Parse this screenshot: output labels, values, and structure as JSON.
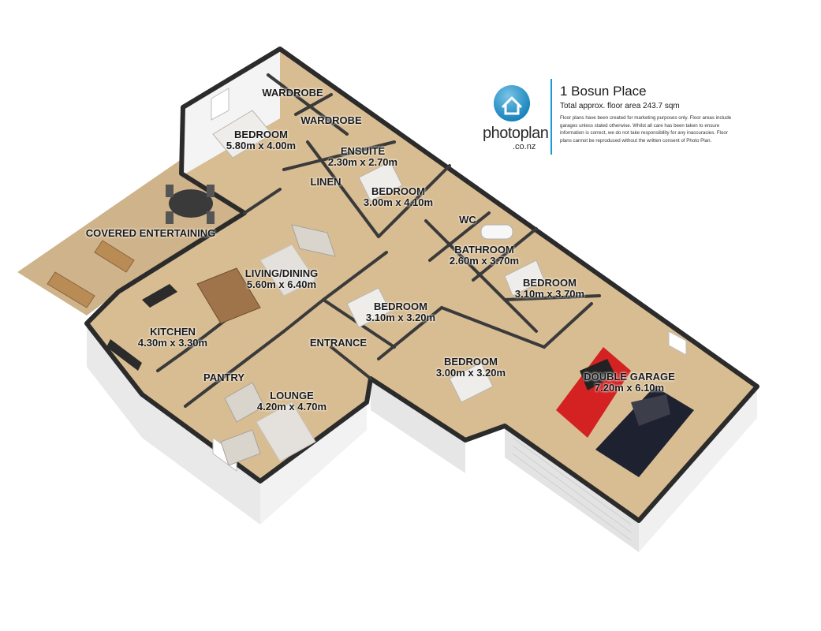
{
  "listing": {
    "title": "1 Bosun Place",
    "total_area": "Total approx. floor area 243.7 sqm",
    "disclaimer": "Floor plans have been created for marketing purposes only. Floor areas include garages unless stated otherwise. Whilst all care has been taken to ensure information is correct, we do not take responsibility for any inaccuracies. Floor plans cannot be reproduced without the written consent of Photo Plan."
  },
  "brand": {
    "name_left": "photo",
    "name_right": "plan",
    "domain": ".co.nz",
    "accent": "#1c9ad6"
  },
  "colors": {
    "floor": "#d8bd93",
    "deck": "#cfb38a",
    "wall_top": "#2b2b2b",
    "wall_face": "#ececec",
    "car_red": "#d42121",
    "car_black": "#1e2230"
  },
  "rooms": {
    "wardrobe1": {
      "name": "WARDROBE"
    },
    "wardrobe2": {
      "name": "WARDROBE"
    },
    "master": {
      "name": "BEDROOM",
      "size": "5.80m x 4.00m"
    },
    "ensuite": {
      "name": "ENSUITE",
      "size": "2.30m x 2.70m"
    },
    "linen": {
      "name": "LINEN"
    },
    "bedroom2": {
      "name": "BEDROOM",
      "size": "3.00m x 4.10m"
    },
    "wc": {
      "name": "WC"
    },
    "bathroom": {
      "name": "BATHROOM",
      "size": "2.60m x 3.70m"
    },
    "covered": {
      "name": "COVERED ENTERTAINING"
    },
    "living": {
      "name": "LIVING/DINING",
      "size": "5.60m x 6.40m"
    },
    "bedroom3": {
      "name": "BEDROOM",
      "size": "3.10m x 3.70m"
    },
    "bedroom4": {
      "name": "BEDROOM",
      "size": "3.10m x 3.20m"
    },
    "kitchen": {
      "name": "KITCHEN",
      "size": "4.30m x 3.30m"
    },
    "entrance": {
      "name": "ENTRANCE"
    },
    "bedroom5": {
      "name": "BEDROOM",
      "size": "3.00m x 3.20m"
    },
    "garage": {
      "name": "DOUBLE GARAGE",
      "size": "7.20m x 6.10m"
    },
    "pantry": {
      "name": "PANTRY"
    },
    "lounge": {
      "name": "LOUNGE",
      "size": "4.20m x 4.70m"
    }
  }
}
